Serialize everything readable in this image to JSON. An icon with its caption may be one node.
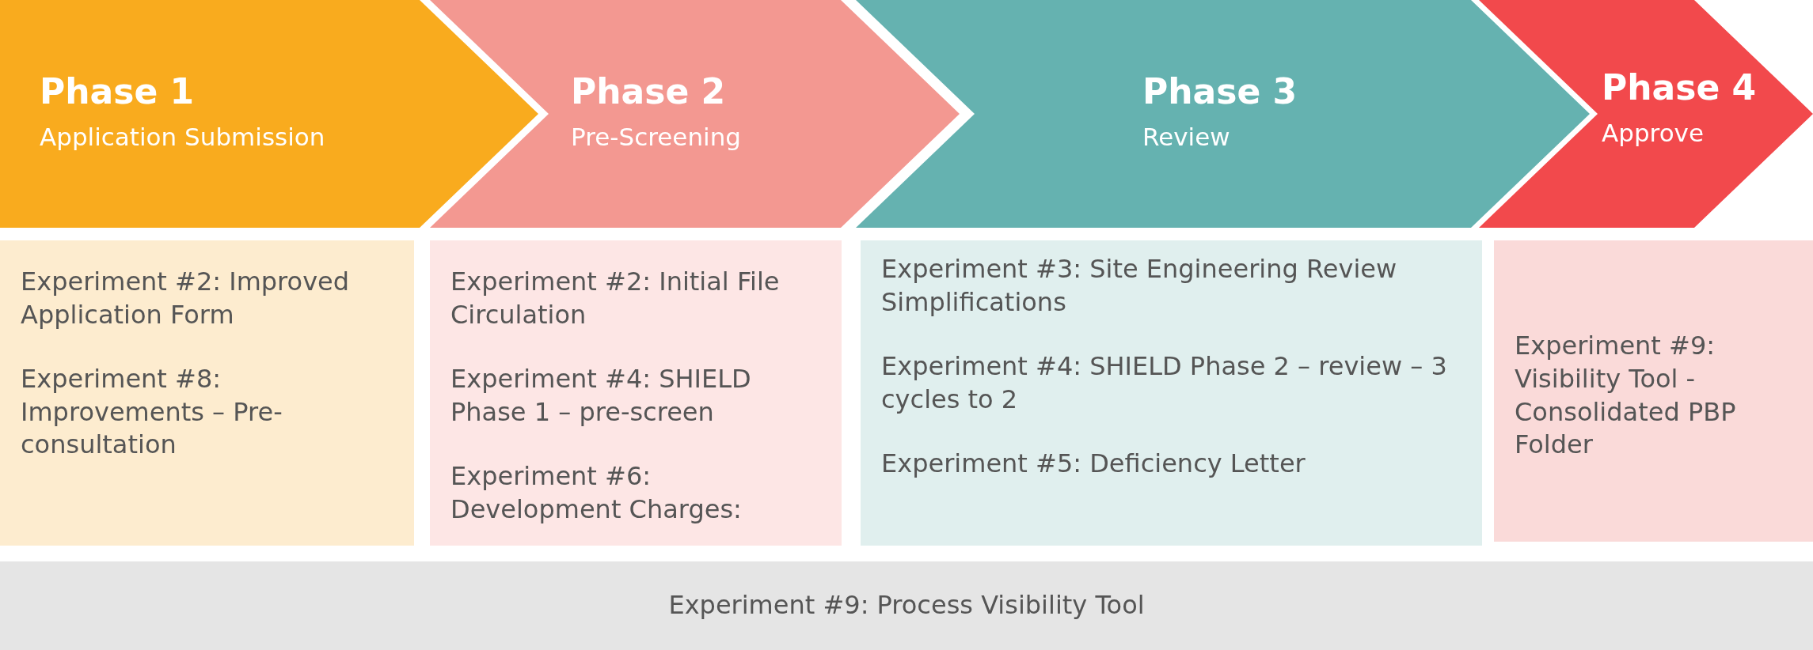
{
  "diagram": {
    "nodes": [
      {
        "text": [
          "Phase 1",
          "Application Submission"
        ]
      },
      {
        "text": [
          "Phase 2",
          "Pre-Screening"
        ]
      },
      {
        "text": [
          "Phase 3",
          "Review"
        ]
      },
      {
        "text": [
          "Phase 4",
          "Approve"
        ]
      },
      {
        "text": [
          "Experiment #2: Improved Application Form",
          "Experiment #8: Improvements – Pre-consultation"
        ]
      },
      {
        "text": [
          "Experiment #2: Initial File Circulation",
          "Experiment #4: SHIELD Phase 1 – pre-screen",
          "Experiment #6: Development Charges:"
        ]
      },
      {
        "text": [
          "Experiment #3: Site Engineering Review Simplifications",
          "Experiment #4: SHIELD Phase 2 – review – 3 cycles to 2",
          "Experiment #5: Deficiency Letter"
        ]
      },
      {
        "text": [
          "Experiment #9: Visibility Tool - Consolidated PBP Folder"
        ]
      },
      {
        "text": [
          "Experiment #9: Process Visibility Tool"
        ]
      }
    ]
  }
}
